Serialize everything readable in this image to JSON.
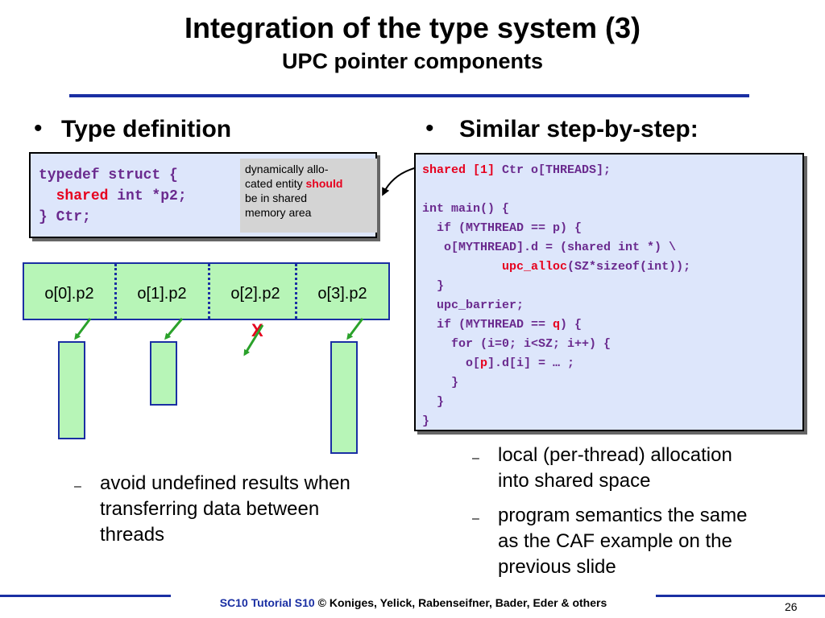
{
  "slide": {
    "title": "Integration of the type system (3)",
    "subtitle": "UPC pointer components",
    "page_number": "26"
  },
  "left": {
    "bullet": "Type definition",
    "code_lines": [
      {
        "plain": "typedef struct {"
      },
      {
        "indent": "  ",
        "red": "shared",
        "rest": " int *p2;"
      },
      {
        "plain": "} Ctr;"
      }
    ],
    "note": {
      "line1": "dynamically allo-",
      "line2_pre": "cated entity ",
      "line2_red": "should",
      "line3": "be in shared",
      "line4": "memory area"
    },
    "cells": [
      "o[0].p2",
      "o[1].p2",
      "o[2].p2",
      "o[3].p2"
    ],
    "cross_mark": "X",
    "sub_bullet": {
      "dash": "–",
      "lines": [
        "avoid undefined results when",
        "transferring data between",
        "threads"
      ]
    }
  },
  "right": {
    "bullet": "Similar step-by-step:",
    "code": {
      "l1_red": "shared [1]",
      "l1_rest": " Ctr o[THREADS];",
      "l2": "",
      "l3": "int main() {",
      "l4": "  if (MYTHREAD == p) {",
      "l5": "   o[MYTHREAD].d = (shared int *) \\",
      "l6_indent": "           ",
      "l6_red": "upc_alloc",
      "l6_rest": "(SZ*sizeof(int));",
      "l7": "  }",
      "l8": "  upc_barrier;",
      "l9_pre": "  if (MYTHREAD == ",
      "l9_red": "q",
      "l9_post": ") {",
      "l10": "    for (i=0; i<SZ; i++) {",
      "l11_pre": "      o[",
      "l11_red": "p",
      "l11_post": "].d[i] = … ;",
      "l12": "    }",
      "l13": "  }",
      "l14": "}"
    },
    "sub_bullets": [
      {
        "dash": "–",
        "lines": [
          "local (per-thread) allocation",
          "into shared space"
        ]
      },
      {
        "dash": "–",
        "lines": [
          "program semantics the same",
          "as the CAF example on the",
          "previous slide"
        ]
      }
    ]
  },
  "footer": {
    "blue": "SC10 Tutorial S10",
    "rest": " © Koniges, Yelick, Rabenseifner, Bader, Eder & others"
  },
  "colors": {
    "accent_blue": "#1a2fa3",
    "code_purple": "#6a2a8e",
    "highlight_red": "#e6001e",
    "box_green": "#b7f5b7",
    "code_bg": "#dde6fb",
    "arrow_green": "#2aa12a"
  }
}
